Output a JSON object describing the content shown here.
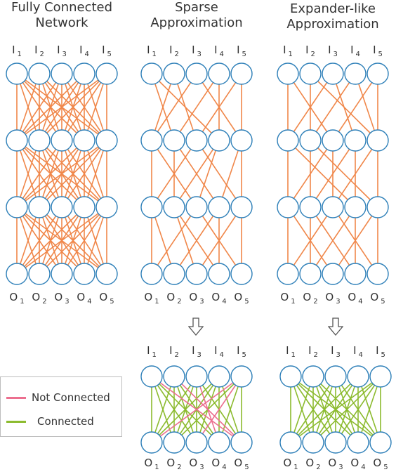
{
  "titles": {
    "fully": [
      "Fully Connected",
      "Network"
    ],
    "sparse": [
      "Sparse",
      "Approximation"
    ],
    "expander": [
      "Expander-like",
      "Approximation"
    ]
  },
  "input_labels": [
    [
      "I",
      "1"
    ],
    [
      "I",
      "2"
    ],
    [
      "I",
      "3"
    ],
    [
      "I",
      "4"
    ],
    [
      "I",
      "5"
    ]
  ],
  "output_labels": [
    [
      "O",
      "1"
    ],
    [
      "O",
      "2"
    ],
    [
      "O",
      "3"
    ],
    [
      "O",
      "4"
    ],
    [
      "O",
      "5"
    ]
  ],
  "legend": {
    "not_connected": "Not Connected",
    "connected": "Connected"
  },
  "colors": {
    "node": "#2d7fb8",
    "edge": "#f0874a",
    "not_connected": "#ec6f8f",
    "connected": "#8cbb2f"
  },
  "icons": {
    "arrow": "down-arrow-icon"
  },
  "networks": {
    "sparse": [
      [
        [
          0,
          1
        ],
        [
          0,
          3
        ],
        [
          1,
          0
        ],
        [
          1,
          2
        ],
        [
          2,
          0
        ],
        [
          2,
          4
        ],
        [
          3,
          1
        ],
        [
          3,
          3
        ],
        [
          4,
          2
        ],
        [
          4,
          4
        ]
      ],
      [
        [
          0,
          0
        ],
        [
          0,
          2
        ],
        [
          1,
          1
        ],
        [
          1,
          3
        ],
        [
          2,
          0
        ],
        [
          2,
          4
        ],
        [
          3,
          1
        ],
        [
          3,
          2
        ],
        [
          4,
          3
        ],
        [
          4,
          4
        ]
      ],
      [
        [
          0,
          0
        ],
        [
          0,
          1
        ],
        [
          1,
          3
        ],
        [
          1,
          2
        ],
        [
          2,
          0
        ],
        [
          2,
          4
        ],
        [
          3,
          1
        ],
        [
          3,
          3
        ],
        [
          4,
          2
        ],
        [
          4,
          4
        ]
      ]
    ],
    "expander": [
      [
        [
          0,
          0
        ],
        [
          0,
          2
        ],
        [
          1,
          4
        ],
        [
          1,
          1
        ],
        [
          2,
          0
        ],
        [
          2,
          3
        ],
        [
          3,
          1
        ],
        [
          3,
          4
        ],
        [
          4,
          2
        ],
        [
          4,
          4
        ]
      ],
      [
        [
          0,
          0
        ],
        [
          0,
          3
        ],
        [
          1,
          1
        ],
        [
          1,
          4
        ],
        [
          2,
          0
        ],
        [
          2,
          2
        ],
        [
          3,
          1
        ],
        [
          3,
          3
        ],
        [
          4,
          2
        ],
        [
          4,
          4
        ]
      ],
      [
        [
          0,
          0
        ],
        [
          0,
          2
        ],
        [
          1,
          3
        ],
        [
          1,
          1
        ],
        [
          2,
          4
        ],
        [
          2,
          0
        ],
        [
          3,
          1
        ],
        [
          3,
          3
        ],
        [
          4,
          2
        ],
        [
          4,
          4
        ]
      ]
    ],
    "sparse_connected": [
      [
        0,
        0
      ],
      [
        0,
        1
      ],
      [
        0,
        2
      ],
      [
        0,
        3
      ],
      [
        1,
        0
      ],
      [
        1,
        1
      ],
      [
        1,
        2
      ],
      [
        1,
        3
      ],
      [
        2,
        0
      ],
      [
        2,
        1
      ],
      [
        2,
        2
      ],
      [
        2,
        4
      ],
      [
        3,
        1
      ],
      [
        3,
        2
      ],
      [
        3,
        3
      ],
      [
        3,
        4
      ],
      [
        4,
        1
      ],
      [
        4,
        3
      ],
      [
        4,
        4
      ],
      [
        3,
        0
      ]
    ],
    "sparse_not_connected": [
      [
        0,
        4
      ],
      [
        1,
        4
      ],
      [
        2,
        3
      ],
      [
        4,
        0
      ],
      [
        4,
        2
      ]
    ]
  }
}
